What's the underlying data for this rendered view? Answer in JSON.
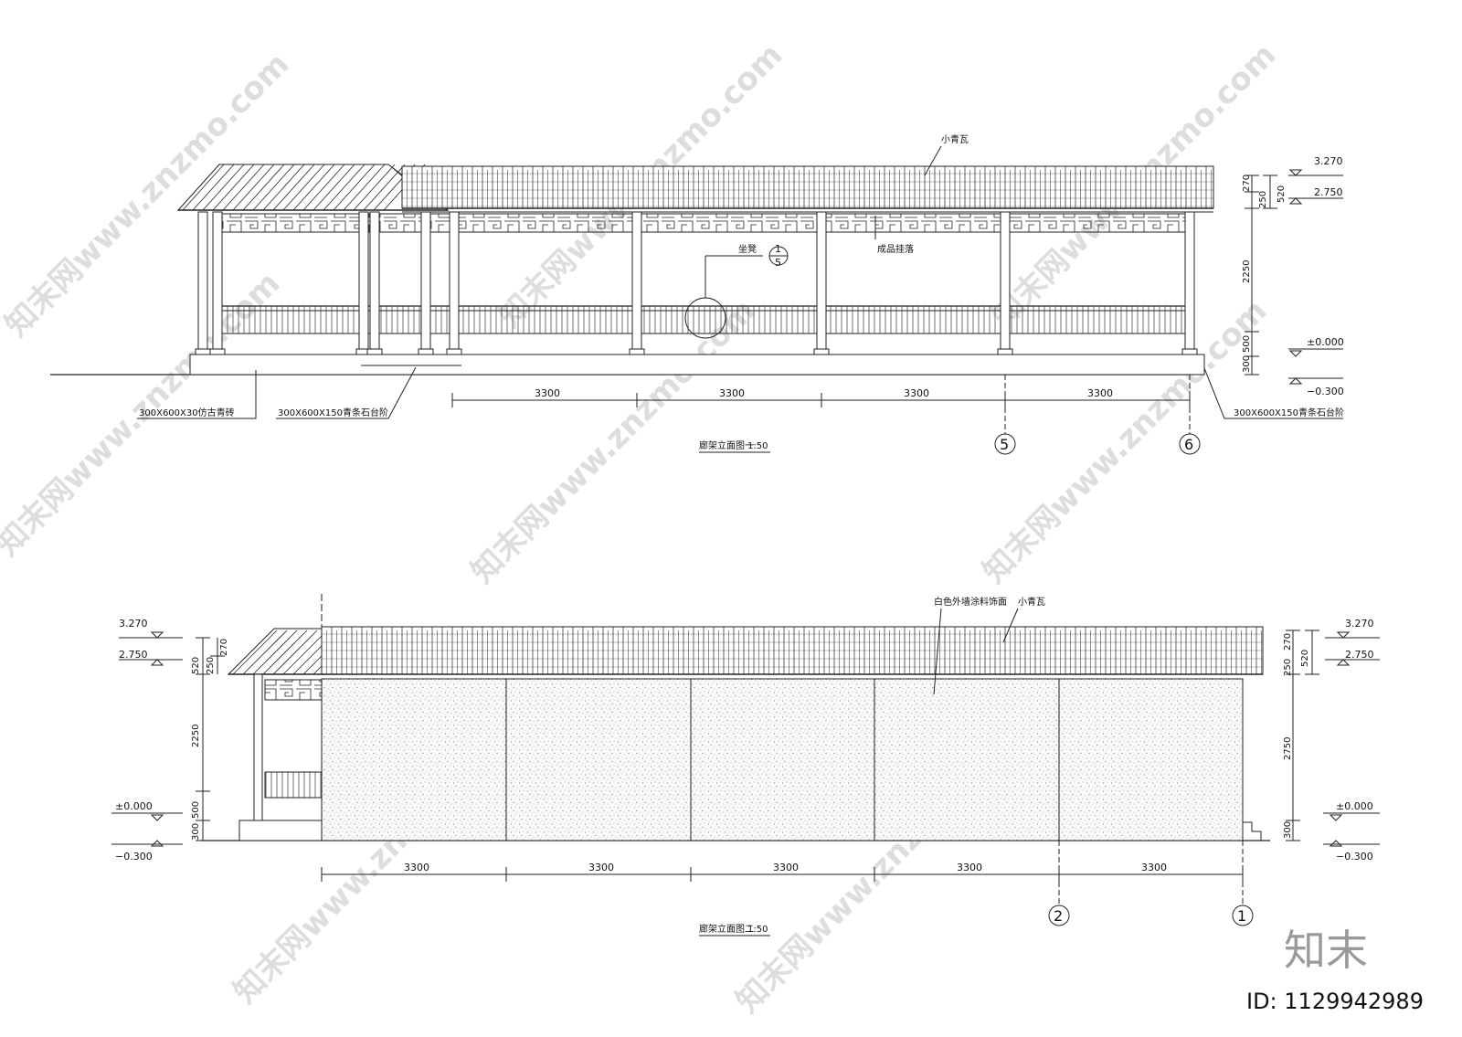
{
  "elevation1": {
    "title": "廊架立面图一",
    "scale": "1:50",
    "annotations": {
      "tile": "小青瓦",
      "hanging": "成品挂落",
      "bench": "坐凳",
      "detail_num": "1",
      "detail_sheet": "5",
      "paving": "300X600X30仿古青砖",
      "step_left": "300X600X150青条石台阶",
      "step_right": "300X600X150青条石台阶"
    },
    "dims_horizontal": [
      "3300",
      "3300",
      "3300",
      "3300"
    ],
    "dims_vertical": [
      "270",
      "250",
      "520",
      "2250",
      "500",
      "300"
    ],
    "levels": [
      "3.270",
      "2.750",
      "±0.000",
      "−0.300"
    ],
    "axes": [
      "5",
      "6"
    ]
  },
  "elevation2": {
    "title": "廊架立面图二",
    "scale": "1:50",
    "annotations": {
      "wall": "白色外墙涂料饰面",
      "tile": "小青瓦"
    },
    "dims_horizontal": [
      "3300",
      "3300",
      "3300",
      "3300",
      "3300"
    ],
    "dims_vertical_left": [
      "520",
      "250",
      "270",
      "2250",
      "500",
      "300"
    ],
    "dims_vertical_right": [
      "270",
      "520",
      "250",
      "2750",
      "300"
    ],
    "levels_left": [
      "3.270",
      "2.750",
      "±0.000",
      "−0.300"
    ],
    "levels_right": [
      "3.270",
      "2.750",
      "±0.000",
      "−0.300"
    ],
    "axes": [
      "2",
      "1"
    ]
  },
  "watermark": {
    "brand": "知末",
    "id_text": "ID: 1129942989",
    "site": "知末网www.znzmo.com"
  }
}
